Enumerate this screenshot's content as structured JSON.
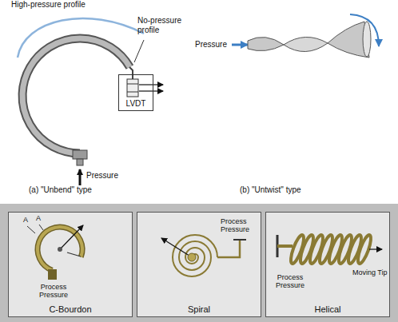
{
  "diagram": {
    "nodes": [
      {
        "text": [
          "LVDT"
        ]
      },
      {
        "text": [
          "C-Bourdon"
        ]
      },
      {
        "text": [
          "Spiral"
        ]
      },
      {
        "text": [
          "Helical"
        ]
      }
    ],
    "labels": [
      "High-pressure profile",
      "No-pressure profile",
      "Pressure",
      "(a) \"Unbend\" type",
      "Pressure",
      "(b) \"Untwist\" type",
      "A",
      "A",
      "Process Pressure",
      "Process Pressure",
      "Process Pressure",
      "Moving Tip"
    ]
  }
}
